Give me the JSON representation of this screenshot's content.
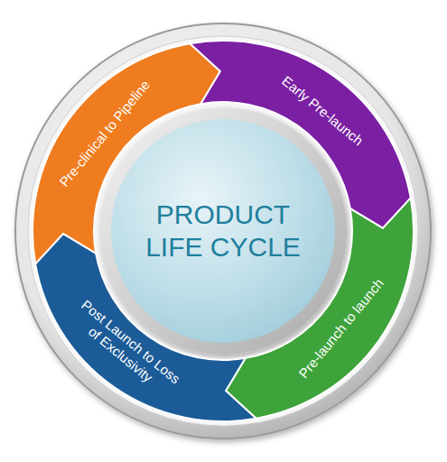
{
  "diagram": {
    "nodes": [
      {
        "text": [
          "PRODUCT LIFE CYCLE"
        ]
      },
      {
        "text": [
          "Pre-clinical to Pipeline"
        ]
      },
      {
        "text": [
          "Early Pre-launch"
        ]
      },
      {
        "text": [
          "Pre-launch to launch"
        ]
      },
      {
        "text": [
          "Post Launch to Loss of Exclusivity"
        ]
      }
    ]
  }
}
